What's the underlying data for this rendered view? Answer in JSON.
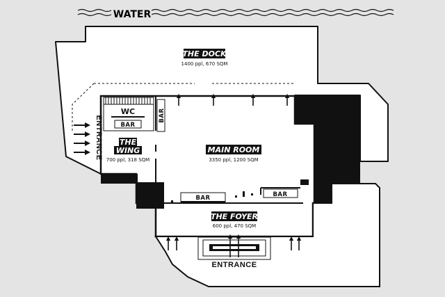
{
  "colors": {
    "background": "#e4e4e4",
    "floor": "#ffffff",
    "wall": "#111111",
    "label_bg": "#111111",
    "label_text": "#ffffff"
  },
  "water": {
    "label": "WATER"
  },
  "rooms": {
    "dock": {
      "name": "THE DOCK",
      "capacity": "1400 ppl, 670 SQM"
    },
    "main": {
      "name": "MAIN ROOM",
      "capacity": "3350 ppl, 1200 SQM"
    },
    "wing": {
      "name_line1": "THE",
      "name_line2": "WING",
      "capacity": "700 ppl, 318 SQM"
    },
    "foyer": {
      "name": "THE FOYER",
      "capacity": "600 ppl, 470 SQM"
    }
  },
  "facilities": {
    "wc": "WC",
    "bar_wing": "BAR",
    "bar_side": "BAR",
    "bar_main": "BAR",
    "bar_foyer": "BAR"
  },
  "entrances": {
    "side": "ENTRANCE",
    "main": "ENTRANCE"
  },
  "icons": [
    "arrow-up-icon",
    "arrow-right-icon",
    "water-wave-icon"
  ]
}
